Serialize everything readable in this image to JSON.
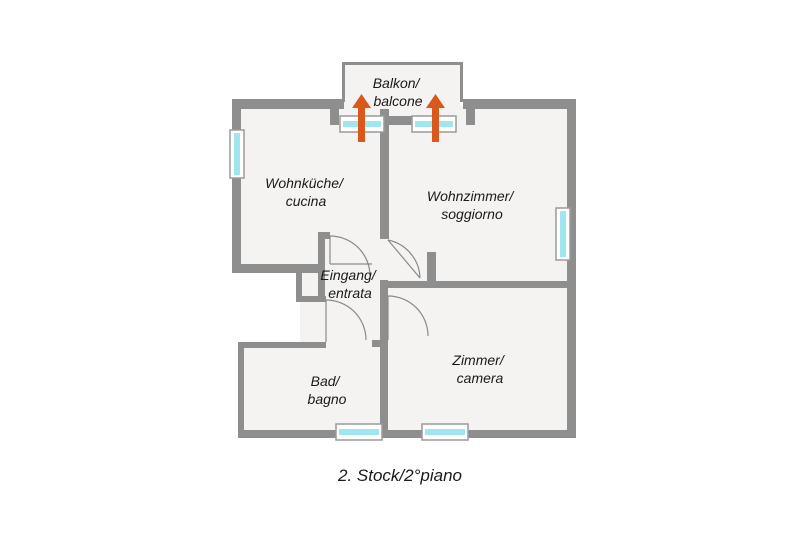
{
  "rooms": {
    "balcony": [
      "Balkon/",
      "balcone"
    ],
    "kitchen": [
      "Wohnküche/",
      "cucina"
    ],
    "living": [
      "Wohnzimmer/",
      "soggiorno"
    ],
    "entrance": [
      "Eingang/",
      "entrata"
    ],
    "bath": [
      "Bad/",
      "bagno"
    ],
    "bedroom": [
      "Zimmer/",
      "camera"
    ]
  },
  "caption": "2. Stock/2°piano",
  "colors": {
    "wall": "#8e8e8e",
    "floor": "#f4f3f2",
    "window": "#9fe6f0",
    "arrow": "#d9581c",
    "door": "#8a8a8a"
  },
  "icons": [
    "balcony-access-arrow-icon",
    "window-icon",
    "door-swing-icon"
  ]
}
